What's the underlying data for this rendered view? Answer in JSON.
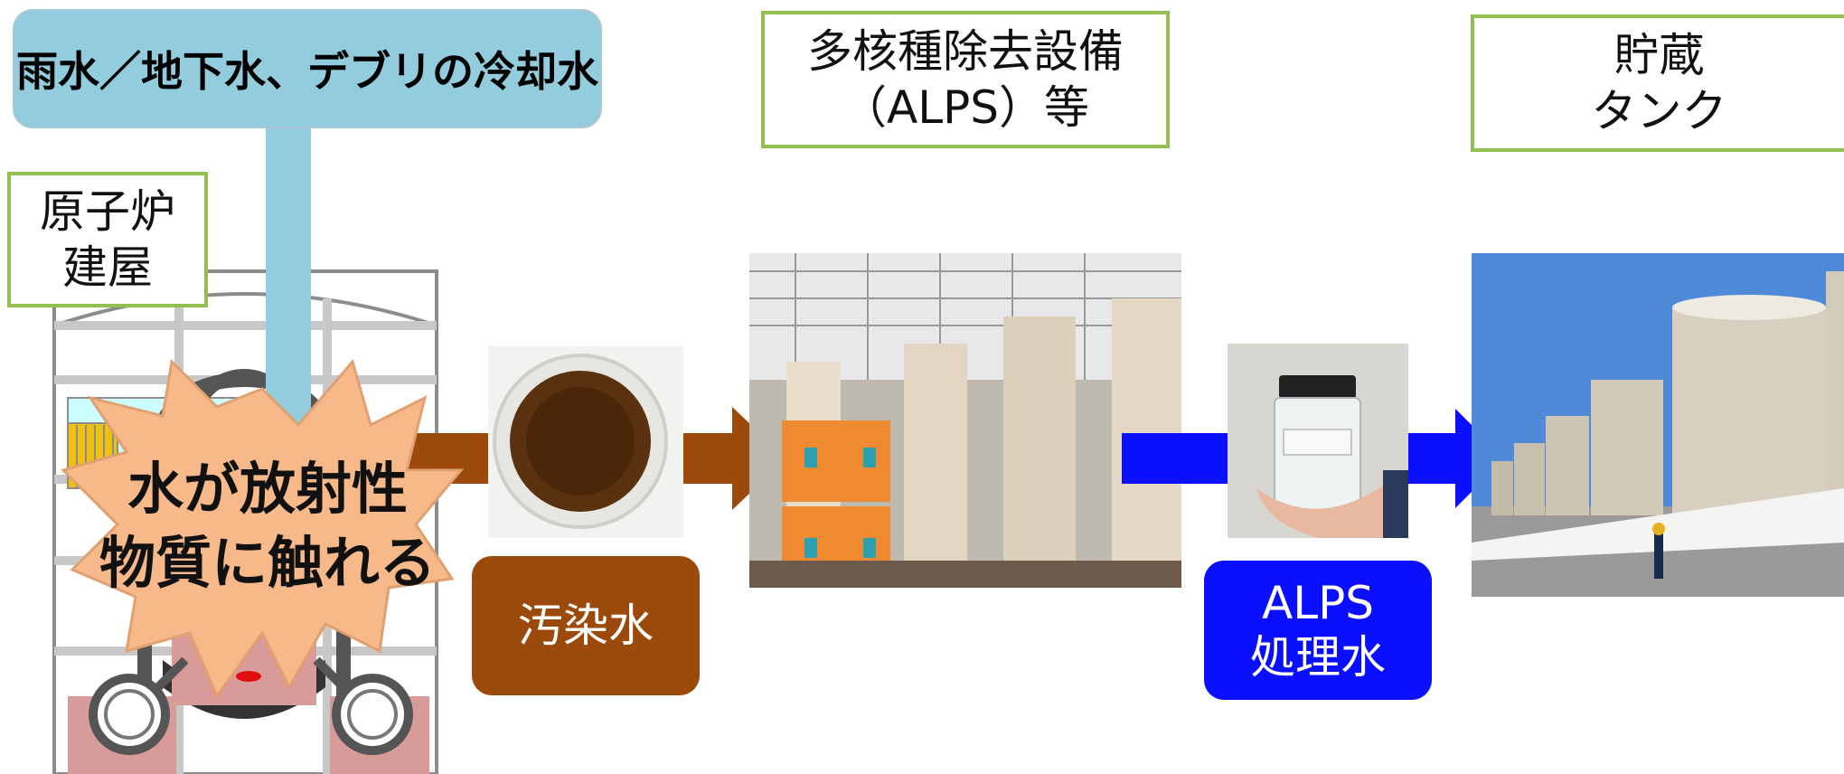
{
  "labels": {
    "source": "雨水／地下水、デブリの冷却水",
    "reactor_building": [
      "原子炉",
      "建屋"
    ],
    "contact_line1": "水が放射性",
    "contact_line2": "物質に触れる",
    "contaminated_water": "汚染水",
    "alps_facility_line1": "多核種除去設備",
    "alps_facility_line2": "（ALPS）等",
    "alps_treated_line1": "ALPS",
    "alps_treated_line2": "処理水",
    "storage_line1": "貯蔵",
    "storage_line2": "タンク"
  },
  "colors": {
    "source_box": "#92ccdd",
    "contaminated_arrow": "#9c4a0b",
    "contaminated_tag": "#9c4a0b",
    "treated_arrow": "#0a10ff",
    "treated_tag": "#0a10ff",
    "label_border": "#92c050",
    "burst_fill": "#f8b98a"
  }
}
